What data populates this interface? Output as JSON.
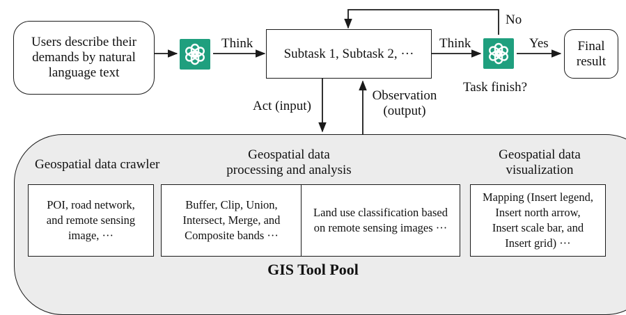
{
  "flow": {
    "user_input": [
      "Users describe their",
      "demands by natural",
      "language text"
    ],
    "think_label_1": "Think",
    "subtasks": "Subtask 1, Subtask 2, ···",
    "think_label_2": "Think",
    "task_finish": "Task finish?",
    "no_label": "No",
    "yes_label": "Yes",
    "final_result": [
      "Final",
      "result"
    ],
    "act_label": "Act (input)",
    "observation_label": [
      "Observation",
      "(output)"
    ]
  },
  "pool": {
    "title": "GIS Tool Pool",
    "sections": [
      {
        "heading": [
          "Geospatial data crawler"
        ],
        "tools": [
          [
            "POI, road network,",
            "and remote sensing",
            "image, ···"
          ]
        ]
      },
      {
        "heading": [
          "Geospatial data",
          "processing and analysis"
        ],
        "tools": [
          [
            "Buffer, Clip, Union,",
            "Intersect, Merge, and",
            "Composite bands ···"
          ],
          [
            "Land use classification based",
            "on remote sensing images ···"
          ]
        ]
      },
      {
        "heading": [
          "Geospatial data",
          "visualization"
        ],
        "tools": [
          [
            "Mapping (Insert legend,",
            "Insert north arrow,",
            "Insert scale bar, and",
            "Insert grid) ···"
          ]
        ]
      }
    ]
  },
  "icons": [
    "openai-logo-icon",
    "openai-logo-icon"
  ],
  "colors": {
    "gpt_green": "#1f9f7e",
    "pool_fill": "#ececec",
    "stroke": "#1a1a1a"
  }
}
